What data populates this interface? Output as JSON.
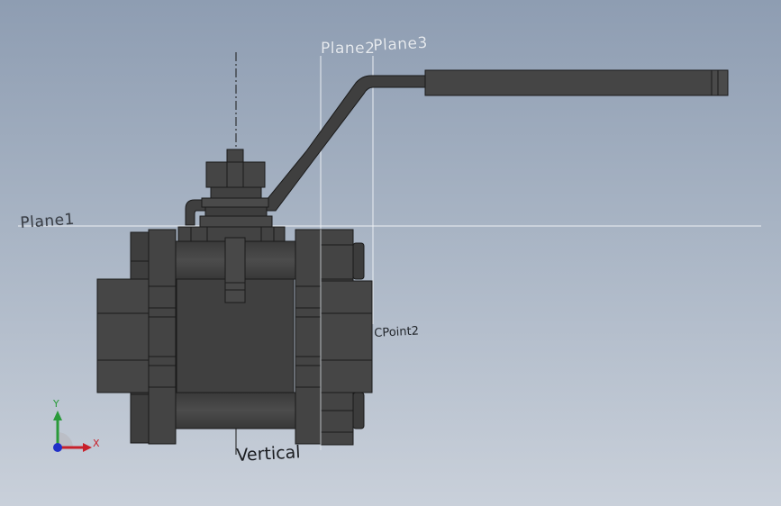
{
  "viewport": {
    "background_top": "#8e9db2",
    "background_bottom": "#c9d0da",
    "part_dark": "#3c3c3c",
    "part_mid": "#484848",
    "part_light": "#555555",
    "edge_color": "#1a1a1a"
  },
  "reference_geometry": {
    "plane1": "Plane1",
    "plane2": "Plane2",
    "plane3": "Plane3",
    "point": "CPoint2",
    "sketch": "Vertical"
  },
  "triad": {
    "x_label": "X",
    "y_label": "Y",
    "x_color": "#c8202a",
    "y_color": "#2a9a3a",
    "z_color": "#2030c8",
    "icon": "reference-triad-icon"
  }
}
